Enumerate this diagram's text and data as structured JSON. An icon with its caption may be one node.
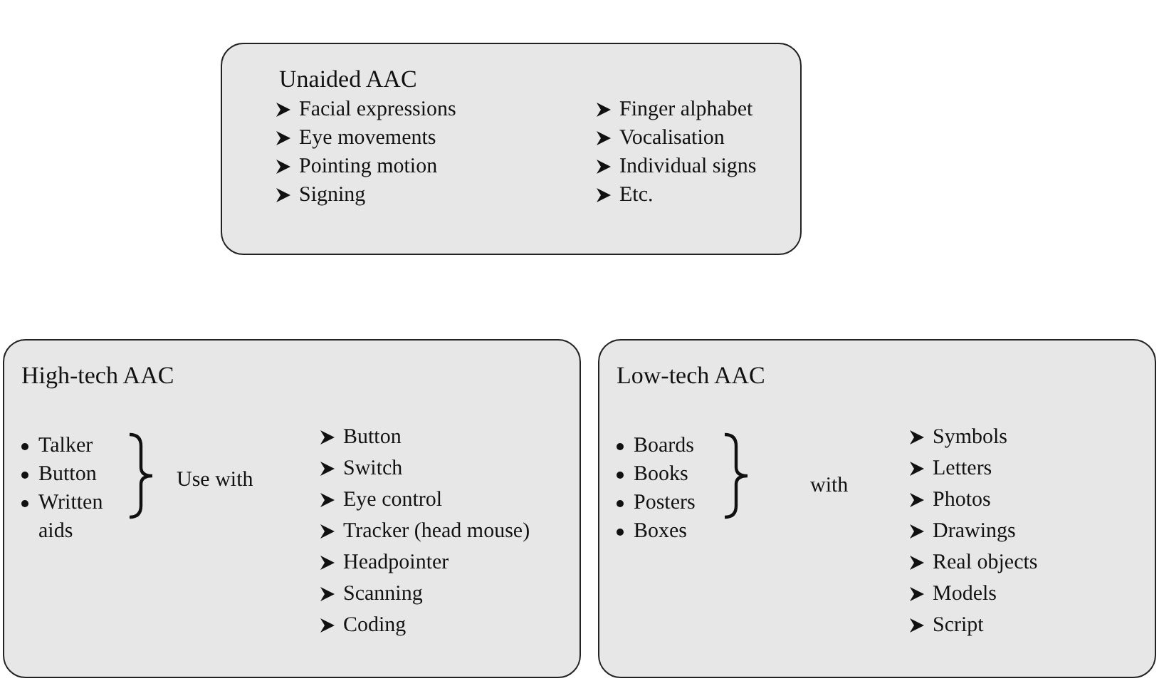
{
  "diagram": {
    "nodes": [
      {
        "text": [
          "Unaided AAC",
          "Facial expressions",
          "Eye movements",
          "Pointing motion",
          "Signing",
          "Finger alphabet",
          "Vocalisation",
          "Individual signs",
          "Etc."
        ]
      },
      {
        "text": [
          "High-tech AAC",
          "Talker",
          "Button",
          "Written aids",
          "Use with",
          "Button",
          "Switch",
          "Eye control",
          "Tracker (head mouse)",
          "Headpointer",
          "Scanning",
          "Coding"
        ]
      },
      {
        "text": [
          "Low-tech AAC",
          "Boards",
          "Books",
          "Posters",
          "Boxes",
          "with",
          "Symbols",
          "Letters",
          "Photos",
          "Drawings",
          "Real objects",
          "Models",
          "Script"
        ]
      }
    ]
  }
}
